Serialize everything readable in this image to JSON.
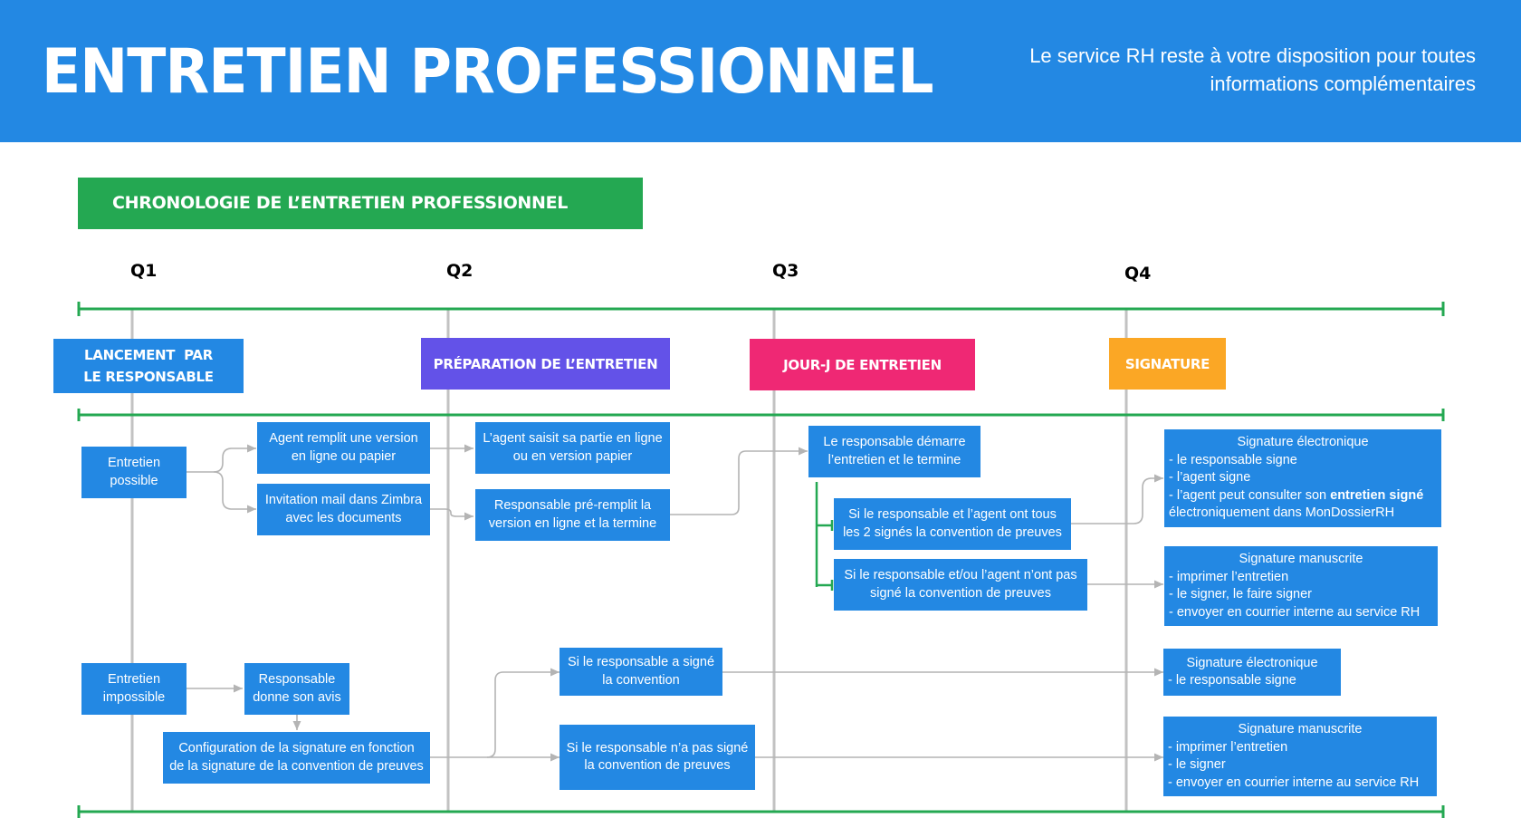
{
  "header": {
    "title": "ENTRETIEN PROFESSIONNEL",
    "note_line1": "Le service RH reste à votre disposition pour toutes",
    "note_line2": "informations complémentaires"
  },
  "section_title": "CHRONOLOGIE DE L’ENTRETIEN PROFESSIONNEL",
  "quarters": [
    "Q1",
    "Q2",
    "Q3",
    "Q4"
  ],
  "phases": {
    "lancement_line1": "LANCEMENT  PAR",
    "lancement_line2": "LE RESPONSABLE",
    "preparation": "PRÉPARATION DE L’ENTRETIEN",
    "jour_j": "JOUR-J DE ENTRETIEN",
    "signature": "SIGNATURE"
  },
  "colors": {
    "banner": "#2388e3",
    "section": "#24a852",
    "lancement": "#2388e3",
    "preparation": "#6352e8",
    "jour_j": "#ef2874",
    "signature": "#fba725",
    "timeline": "#24a852",
    "box": "#2388e3"
  },
  "boxes": {
    "entretien_possible": "Entretien\npossible",
    "agent_remplit": "Agent remplit une version\nen ligne ou papier",
    "invitation_mail": "Invitation mail dans Zimbra\navec les documents",
    "agent_saisit": "L’agent saisit sa partie en ligne\nou en version papier",
    "responsable_preremplit": "Responsable pré-remplit la\nversion en ligne et la termine",
    "responsable_demarre": "Le responsable démarre\nl’entretien et le termine",
    "tous_signes": "Si le responsable et l’agent ont tous\nles 2 signés la convention de preuves",
    "pas_signe": "Si le responsable et/ou l’agent n’ont pas\nsigné la convention de preuves",
    "entretien_impossible": "Entretien\nimpossible",
    "responsable_avis": "Responsable\ndonne son avis",
    "configuration": "Configuration de la signature en fonction\nde la signature de la convention de preuves",
    "resp_a_signe": "Si le responsable a signé\nla convention",
    "resp_pas_signe": "Si le responsable n’a pas signé\nla convention de preuves"
  },
  "signatures": {
    "sig1": {
      "title": "Signature électronique",
      "line1": "- le responsable signe",
      "line2": "- l’agent signe",
      "line3_start": "- l’agent peut consulter son ",
      "line3_bold": "entretien signé",
      "line4": "électroniquement dans MonDossierRH"
    },
    "sig2": {
      "title": "Signature manuscrite",
      "line1": "- imprimer l’entretien",
      "line2": "- le signer, le faire signer",
      "line3": "- envoyer en courrier interne au service RH"
    },
    "sig3": {
      "title": "Signature électronique",
      "line1": "- le responsable signe"
    },
    "sig4": {
      "title": "Signature manuscrite",
      "line1": "- imprimer l’entretien",
      "line2": "- le signer",
      "line3": "- envoyer en courrier interne au service RH"
    }
  }
}
